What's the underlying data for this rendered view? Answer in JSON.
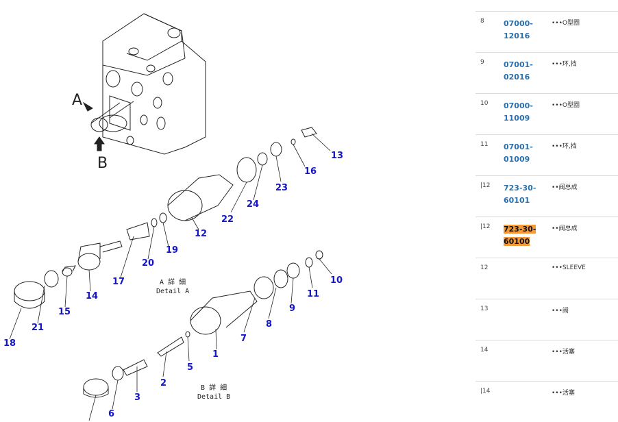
{
  "diagram": {
    "view_labels": {
      "a": "A",
      "b": "B"
    },
    "detail_a": {
      "cn": "A 詳 細",
      "en": "Detail A"
    },
    "detail_b": {
      "cn": "B 詳 細",
      "en": "Detail B"
    },
    "callouts": [
      "1",
      "2",
      "3",
      "5",
      "6",
      "7",
      "8",
      "9",
      "10",
      "11",
      "12",
      "13",
      "14",
      "15",
      "16",
      "17",
      "18",
      "19",
      "20",
      "21",
      "22",
      "23",
      "24"
    ]
  },
  "parts_list": {
    "rows": [
      {
        "idx": "8",
        "part_no_1": "07000-",
        "part_no_2": "12016",
        "desc": "•••O型圈"
      },
      {
        "idx": "9",
        "part_no_1": "07001-",
        "part_no_2": "02016",
        "desc": "•••环,挡"
      },
      {
        "idx": "10",
        "part_no_1": "07000-",
        "part_no_2": "11009",
        "desc": "•••O型圈"
      },
      {
        "idx": "11",
        "part_no_1": "07001-",
        "part_no_2": "01009",
        "desc": "•••环,挡"
      },
      {
        "idx": "|12",
        "part_no_1": "723-30-",
        "part_no_2": "60101",
        "desc": "••阀总成"
      },
      {
        "idx": "|12",
        "part_no_1": "723-30-",
        "part_no_2": "60100",
        "desc": "••阀总成",
        "highlight": true
      },
      {
        "idx": "12",
        "part_no_1": "",
        "part_no_2": "",
        "desc": "•••SLEEVE"
      },
      {
        "idx": "13",
        "part_no_1": "",
        "part_no_2": "",
        "desc": "•••阀"
      },
      {
        "idx": "14",
        "part_no_1": "",
        "part_no_2": "",
        "desc": "•••活塞"
      },
      {
        "idx": "|14",
        "part_no_1": "",
        "part_no_2": "",
        "desc": "•••活塞"
      }
    ]
  },
  "colors": {
    "callout": "#1515c8",
    "link": "#2870b0",
    "highlight": "#f59a38"
  }
}
